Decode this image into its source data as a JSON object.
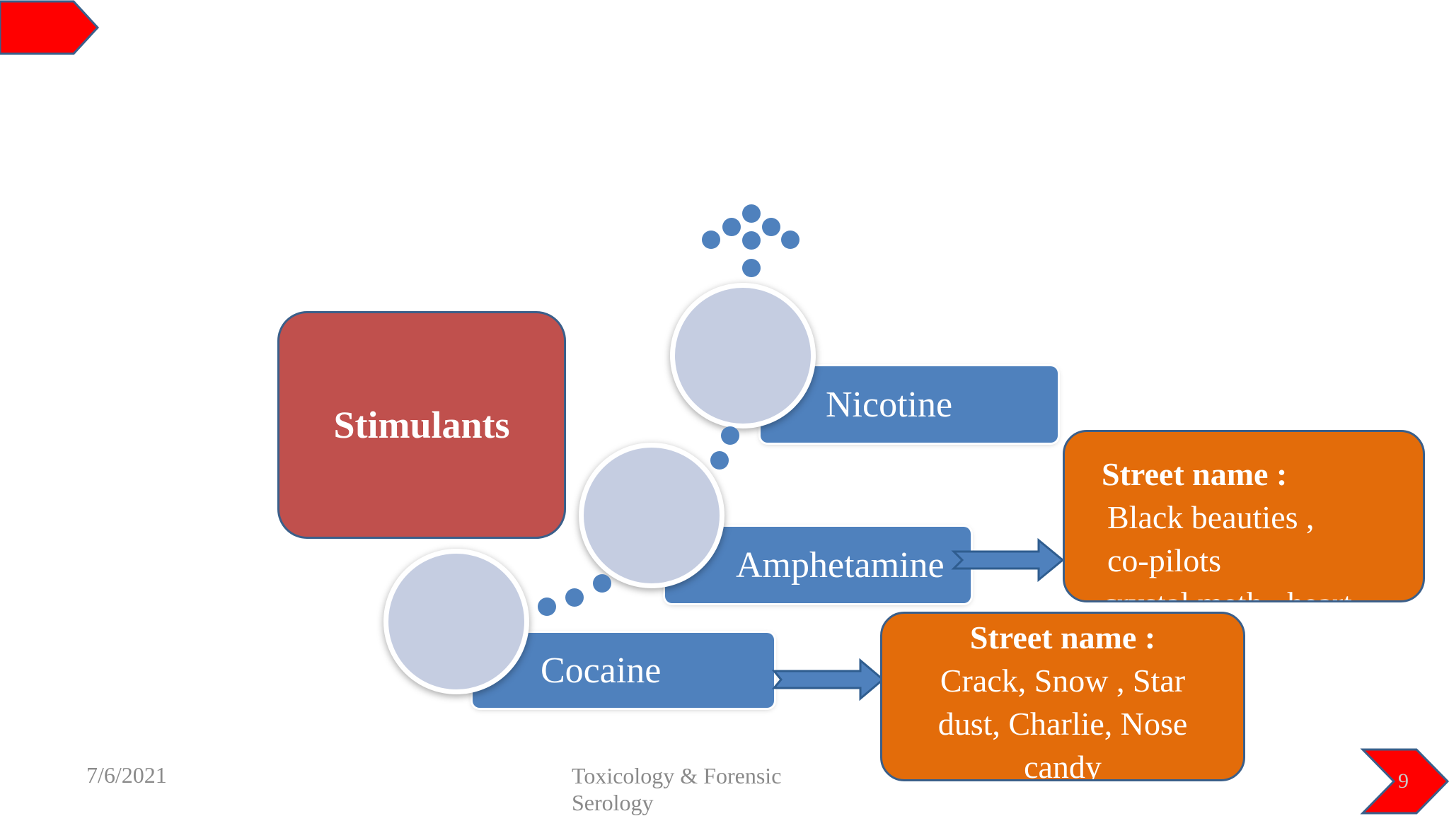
{
  "slide": {
    "category_label": "Stimulants",
    "drugs": [
      {
        "name": "Nicotine"
      },
      {
        "name": "Amphetamine"
      },
      {
        "name": "Cocaine"
      }
    ],
    "amphetamine_street": {
      "heading": "Street name :",
      "lines": [
        "Black beauties ,",
        "co-pilots",
        ",crystal meth , heart"
      ]
    },
    "cocaine_street": {
      "heading": "Street name :",
      "lines": [
        "Crack, Snow , Star",
        "dust, Charlie, Nose",
        "candy"
      ]
    }
  },
  "footer": {
    "date": "7/6/2021",
    "title": "Toxicology & Forensic Serology",
    "page": "9"
  },
  "colors": {
    "category_box": "#c0504d",
    "drug_bar": "#4f81bd",
    "circle": "#c5cde1",
    "street_box": "#e36c0a",
    "nav_arrow": "#ff0000"
  },
  "icons": [
    "nav-chevron-icon",
    "arrow-right-icon"
  ]
}
